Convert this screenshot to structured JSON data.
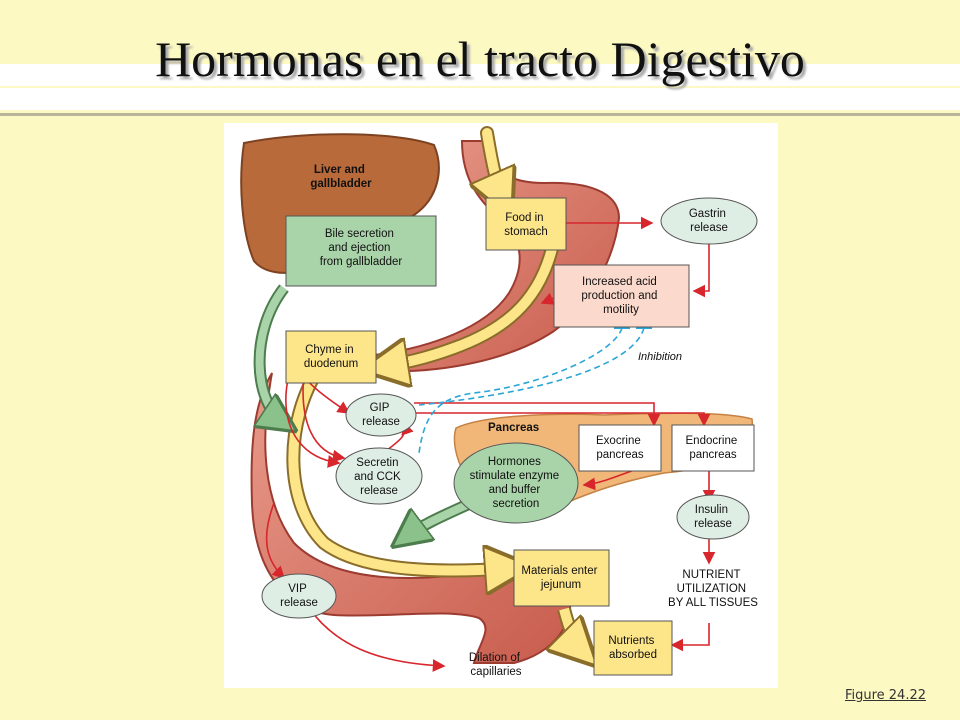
{
  "slide": {
    "title": "Hormonas en el tracto Digestivo",
    "figure_link": "Figure 24.22"
  },
  "diagram": {
    "liver_label": [
      "Liver and",
      "gallbladder"
    ],
    "pancreas_label": "Pancreas",
    "inhibition_label": "Inhibition",
    "boxes": {
      "food_in_stomach": [
        "Food in",
        "stomach"
      ],
      "gastrin_release": [
        "Gastrin",
        "release"
      ],
      "increased_acid": [
        "Increased acid",
        "production and",
        "motility"
      ],
      "bile_secretion": [
        "Bile secretion",
        "and ejection",
        "from gallbladder"
      ],
      "chyme_in_duodenum": [
        "Chyme in",
        "duodenum"
      ],
      "gip_release": [
        "GIP",
        "release"
      ],
      "exocrine_pancreas": [
        "Exocrine",
        "pancreas"
      ],
      "endocrine_pancreas": [
        "Endocrine",
        "pancreas"
      ],
      "secretin_cck": [
        "Secretin",
        "and CCK",
        "release"
      ],
      "hormones_stimulate": [
        "Hormones",
        "stimulate enzyme",
        "and buffer",
        "secretion"
      ],
      "insulin_release": [
        "Insulin",
        "release"
      ],
      "materials_enter_jejunum": [
        "Materials enter",
        "jejunum"
      ],
      "nutrient_utilization": [
        "NUTRIENT",
        "UTILIZATION",
        "BY ALL TISSUES"
      ],
      "vip_release": [
        "VIP",
        "release"
      ],
      "nutrients_absorbed": [
        "Nutrients",
        "absorbed"
      ],
      "dilation_capillaries": [
        "Dilation of",
        "capillaries"
      ]
    }
  },
  "colors": {
    "background": "#fdf9c3",
    "yellow_box": "#fde58a",
    "green_box": "#a9d3a9",
    "pink_box": "#fbd9cc",
    "oval": "#dfeee4",
    "arrow_red": "#d7262c",
    "arrow_dashed": "#2aa6d8"
  }
}
